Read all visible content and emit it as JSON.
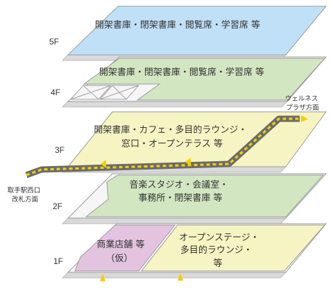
{
  "colors": {
    "blue": "#bfe0f7",
    "green": "#d2e7c1",
    "yellow": "#f7f4c3",
    "pink": "#e3c3df",
    "gray_top": "#f6f6f6",
    "walkway_bg": "#6b6b6b",
    "walkway_dash": "#f2d000",
    "arrow": "#f2d000"
  },
  "floors": {
    "f5": {
      "label": "5F",
      "text": [
        "開架書庫・閉架書庫・閲覧席・学習席 等"
      ]
    },
    "f4": {
      "label": "4F",
      "text": [
        "開架書庫・閉架書庫・閲覧席・学習席 等"
      ]
    },
    "f3": {
      "label": "3F",
      "text": [
        "開架書庫・カフェ・多目的ラウンジ・",
        "窓口・オープンテラス 等"
      ]
    },
    "f2": {
      "label": "2F",
      "text": [
        "音楽スタジオ・会議室・",
        "事務所・閉架書庫 等"
      ]
    },
    "f1": {
      "label": "1F",
      "left_text": [
        "商業店舗 等",
        "（仮）"
      ],
      "right_text": [
        "オープンステージ・",
        "多目的ラウンジ・",
        "等"
      ]
    }
  },
  "destinations": {
    "wellness": [
      "ウェルネス",
      "プラザ方面"
    ],
    "station": [
      "取手駅西口",
      "改札方面"
    ]
  }
}
